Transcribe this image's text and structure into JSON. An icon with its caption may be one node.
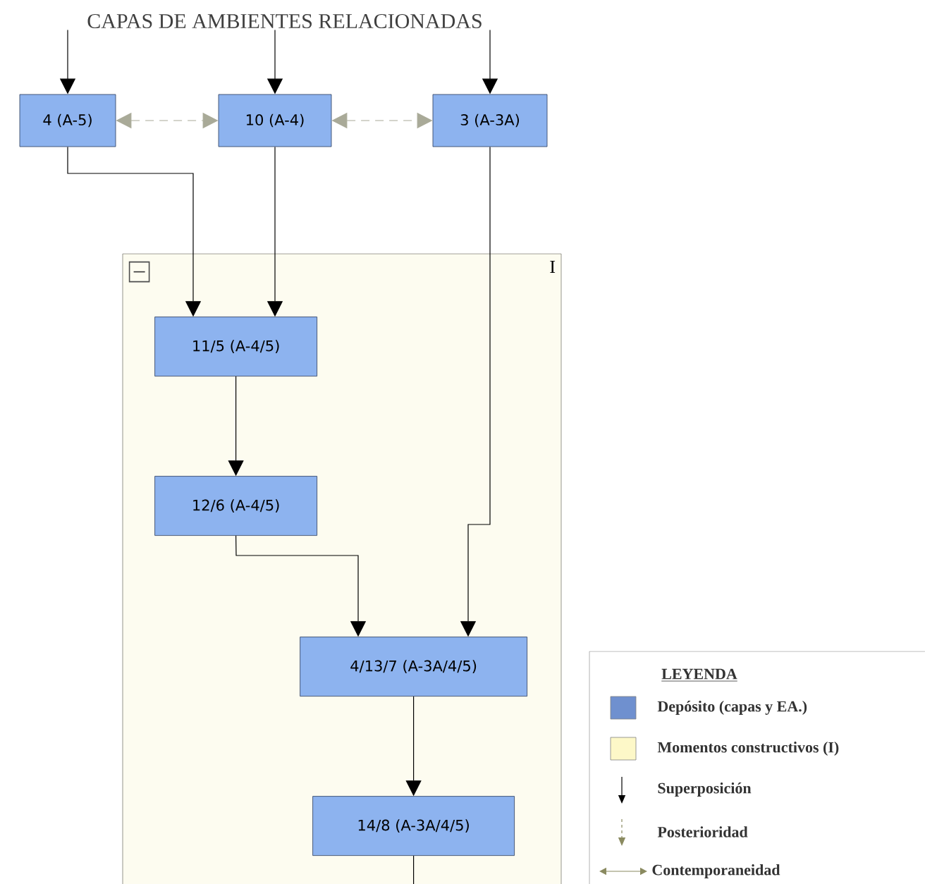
{
  "diagram": {
    "nodes": [
      {
        "text": [
          "CAPAS DE AMBIENTES RELACIONADAS"
        ]
      },
      {
        "text": [
          "4 (A-5)"
        ]
      },
      {
        "text": [
          "10 (A-4)"
        ]
      },
      {
        "text": [
          "3 (A-3A)"
        ]
      },
      {
        "text": [
          "I"
        ]
      },
      {
        "text": [
          "11/5 (A-4/5)"
        ],
        "in": 4
      },
      {
        "text": [
          "12/6 (A-4/5)"
        ],
        "in": 4
      },
      {
        "text": [
          "4/13/7 (A-3A/4/5)"
        ],
        "in": 4
      },
      {
        "text": [
          "14/8 (A-3A/4/5)"
        ],
        "in": 4
      }
    ],
    "edges": [
      {
        "from": 0,
        "to": 1,
        "arrow": "to"
      },
      {
        "from": 0,
        "to": 2,
        "arrow": "to"
      },
      {
        "from": 0,
        "to": 3,
        "arrow": "to"
      },
      {
        "from": 1,
        "to": 2,
        "arrow": "both",
        "style": "dashed",
        "color": "#a9aa98"
      },
      {
        "from": 2,
        "to": 3,
        "arrow": "both",
        "style": "dashed",
        "color": "#a9aa98"
      },
      {
        "from": 1,
        "to": 5,
        "arrow": "to"
      },
      {
        "from": 2,
        "to": 5,
        "arrow": "to"
      },
      {
        "from": 3,
        "to": 7,
        "arrow": "to"
      },
      {
        "from": 5,
        "to": 6,
        "arrow": "to"
      },
      {
        "from": 6,
        "to": 7,
        "arrow": "to"
      },
      {
        "from": 7,
        "to": 8,
        "arrow": "to"
      },
      {
        "from": 8,
        "to": null,
        "arrow": "none"
      }
    ],
    "labels": [
      "LEYENDA"
    ],
    "legend": [
      {
        "text": "Depósito (capas y EA.)",
        "color": "#6f90cf"
      },
      {
        "text": "Momentos constructivos (I)",
        "color": "#fdf8c8"
      },
      {
        "text": "Superposición"
      },
      {
        "text": "Posterioridad"
      },
      {
        "text": "Contemporaneidad"
      }
    ]
  }
}
